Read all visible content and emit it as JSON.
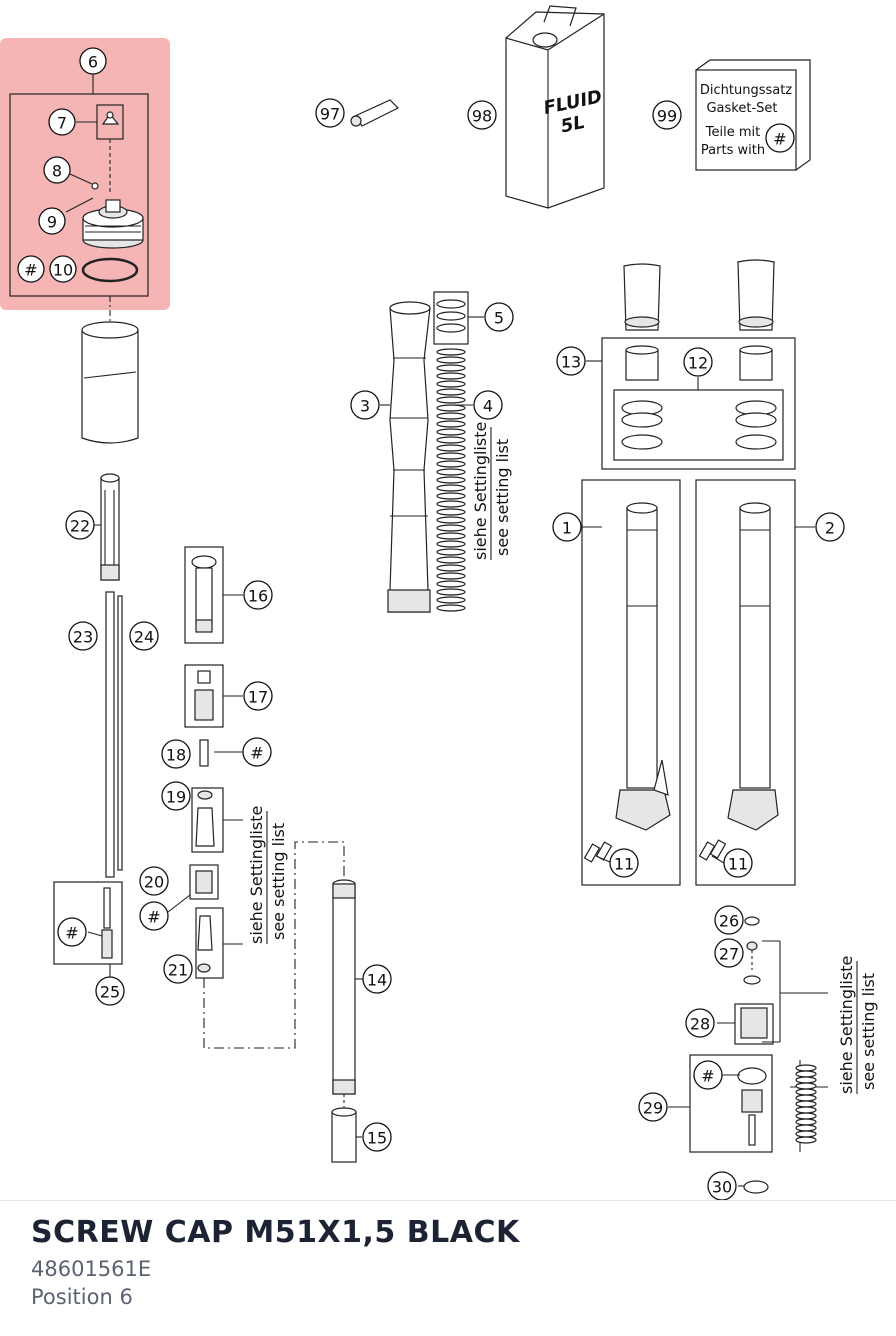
{
  "highlight": {
    "color": "#f4a3a3",
    "position": "6"
  },
  "callouts": {
    "c1": "1",
    "c2": "2",
    "c3": "3",
    "c4": "4",
    "c5": "5",
    "c6": "6",
    "c7": "7",
    "c8": "8",
    "c9": "9",
    "c10": "10",
    "c11a": "11",
    "c11b": "11",
    "c12": "12",
    "c13": "13",
    "c14": "14",
    "c15": "15",
    "c16": "16",
    "c17": "17",
    "c18": "18",
    "c19": "19",
    "c20": "20",
    "c21": "21",
    "c22": "22",
    "c23": "23",
    "c24": "24",
    "c25": "25",
    "c26": "26",
    "c27": "27",
    "c28": "28",
    "c29": "29",
    "c30": "30",
    "c97": "97",
    "c98": "98",
    "c99": "99",
    "hash": "#"
  },
  "fluid_can": {
    "line1": "FLUID",
    "line2": "5L"
  },
  "gasket_box": {
    "line1": "Dichtungssatz",
    "line2": "Gasket-Set",
    "line3": "Teile mit",
    "line4": "Parts with"
  },
  "setting_note": {
    "de": "siehe Settingliste",
    "en": "see setting list"
  },
  "footer": {
    "title": "SCREW CAP M51X1,5 BLACK",
    "part_number": "48601561E",
    "position": "Position 6"
  }
}
